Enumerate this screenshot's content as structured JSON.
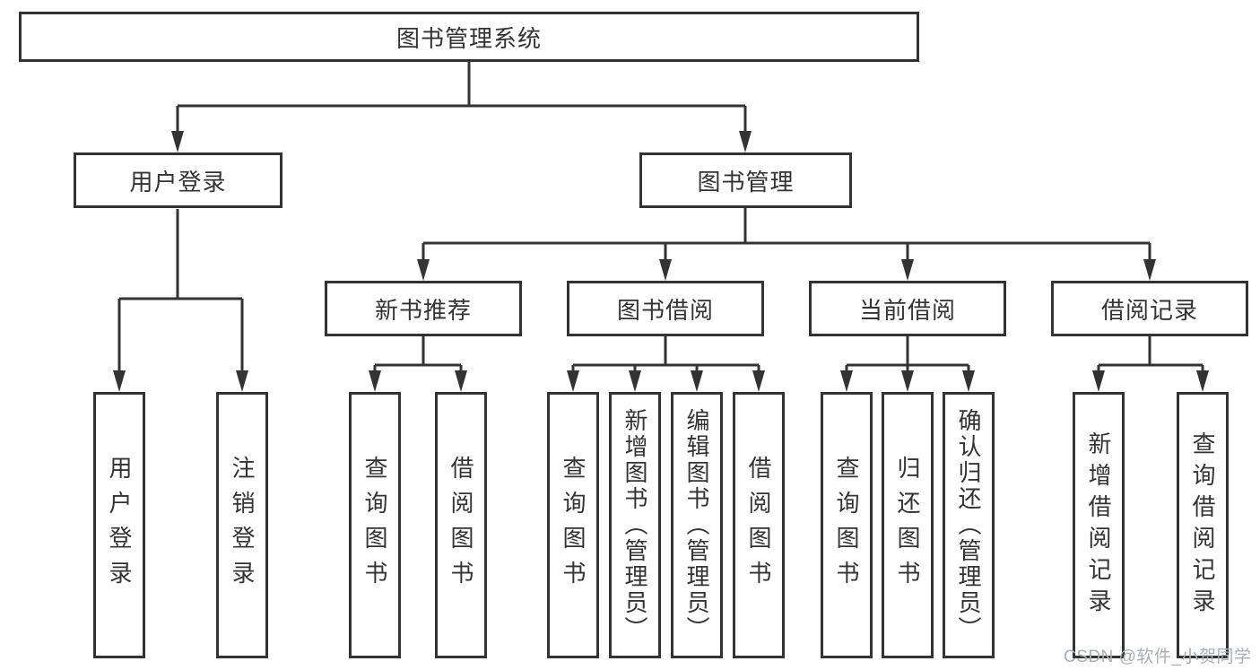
{
  "diagram": {
    "root": {
      "label": "图书管理系统"
    },
    "level2": [
      {
        "label": "用户登录"
      },
      {
        "label": "图书管理"
      }
    ],
    "level3": [
      {
        "label": "新书推荐"
      },
      {
        "label": "图书借阅"
      },
      {
        "label": "当前借阅"
      },
      {
        "label": "借阅记录"
      }
    ],
    "leaves": [
      {
        "parent": "用户登录",
        "label": "用户登录"
      },
      {
        "parent": "用户登录",
        "label": "注销登录"
      },
      {
        "parent": "新书推荐",
        "label": "查询图书"
      },
      {
        "parent": "新书推荐",
        "label": "借阅图书"
      },
      {
        "parent": "图书借阅",
        "label": "查询图书"
      },
      {
        "parent": "图书借阅",
        "label": "新增图书（管理员）"
      },
      {
        "parent": "图书借阅",
        "label": "编辑图书（管理员）"
      },
      {
        "parent": "图书借阅",
        "label": "借阅图书"
      },
      {
        "parent": "当前借阅",
        "label": "查询图书"
      },
      {
        "parent": "当前借阅",
        "label": "归还图书"
      },
      {
        "parent": "当前借阅",
        "label": "确认归还（管理员）"
      },
      {
        "parent": "借阅记录",
        "label": "新增借阅记录"
      },
      {
        "parent": "借阅记录",
        "label": "查询借阅记录"
      }
    ],
    "watermark": "CSDN @软件_小贺同学",
    "colors": {
      "line": "#333333",
      "box_border": "#333333",
      "text": "#333333",
      "watermark": "#a9aeb6",
      "background": "#ffffff"
    }
  }
}
